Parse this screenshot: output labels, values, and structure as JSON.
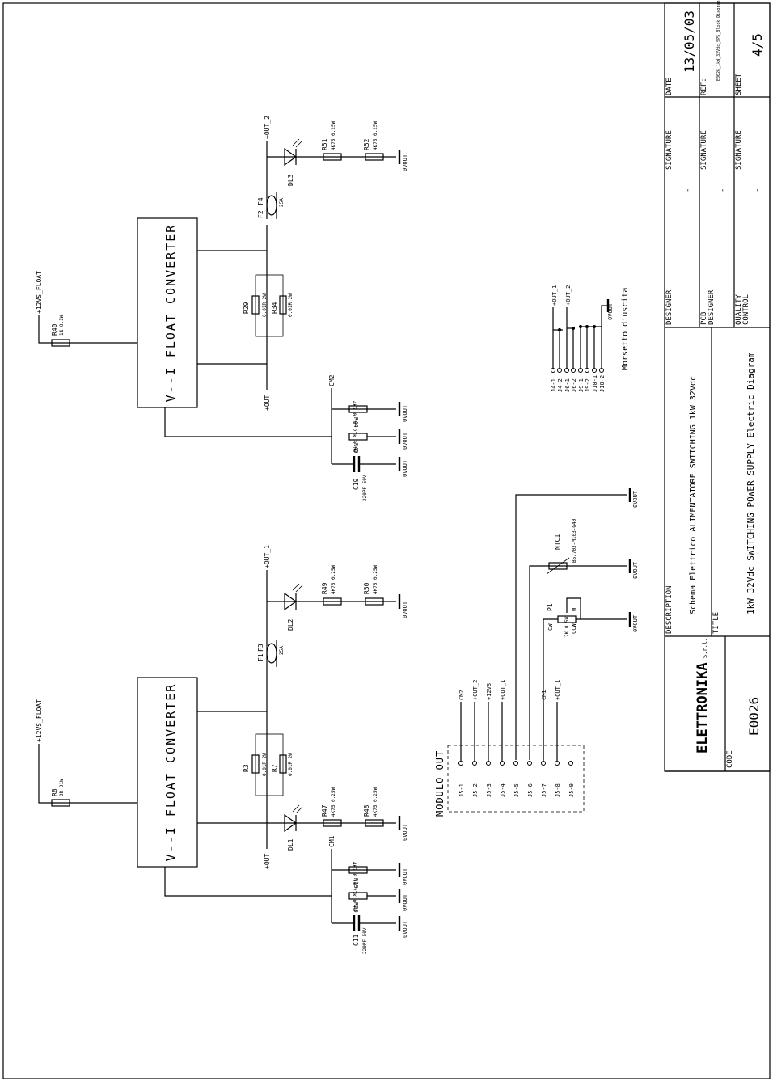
{
  "converters": {
    "left": {
      "label": "V--I FLOAT CONVERTER"
    },
    "right": {
      "label": "V--I FLOAT CONVERTER"
    }
  },
  "components": {
    "r8": {
      "ref": "R8",
      "value": "0R 01W"
    },
    "r40": {
      "ref": "R40",
      "value": "1K 0.1W"
    },
    "r3": {
      "ref": "R3",
      "value": "0.01R 2W"
    },
    "r7": {
      "ref": "R7",
      "value": "0.01R 2W"
    },
    "r29": {
      "ref": "R29",
      "value": "0.01R 2W"
    },
    "r34": {
      "ref": "R34",
      "value": "0.01R 2W"
    },
    "f1": {
      "ref": "F1",
      "value": ""
    },
    "f3": {
      "ref": "F3",
      "value": "25A"
    },
    "f2": {
      "ref": "F2",
      "value": ""
    },
    "f4": {
      "ref": "F4",
      "value": "25A"
    },
    "dl1": {
      "ref": "DL1"
    },
    "dl2": {
      "ref": "DL2"
    },
    "dl3": {
      "ref": "DL3"
    },
    "r47": {
      "ref": "R47",
      "value": "4K75 0.25W"
    },
    "r48": {
      "ref": "R48",
      "value": "4K75 0.25W"
    },
    "r49": {
      "ref": "R49",
      "value": "4K75 0.25W"
    },
    "r50": {
      "ref": "R50",
      "value": "4K75 0.25W"
    },
    "r51": {
      "ref": "R51",
      "value": "4K75 0.25W"
    },
    "r52": {
      "ref": "R52",
      "value": "4K75 0.25W"
    },
    "r19": {
      "ref": "R19",
      "value": "4K7 0.1W"
    },
    "r20": {
      "ref": "R20",
      "value": "27K 0.1W"
    },
    "r44": {
      "ref": "R44",
      "value": "4K7 0.1W"
    },
    "r45": {
      "ref": "R45",
      "value": "27K 0.1W"
    },
    "c11": {
      "ref": "C11",
      "value": "220PF 50V"
    },
    "c19": {
      "ref": "C19",
      "value": "220PF 50V"
    },
    "p1": {
      "ref": "P1",
      "value": "2K 0.5W",
      "cw": "CW",
      "ccw": "CCW",
      "wiper": "W"
    },
    "ntc1": {
      "ref": "NTC1",
      "value": "B57703-M103-G40"
    }
  },
  "nets": {
    "plus12vs_float": "+12VS_FLOAT",
    "plus_out": "+OUT",
    "plus_out_1": "+OUT_1",
    "plus_out_2": "+OUT_2",
    "cm1": "CM1",
    "cm2": "CM2",
    "zero_vout": "0VOUT",
    "plus12vs": "+12VS"
  },
  "modulo_out": {
    "title": "MODULO OUT",
    "pins": [
      "J5-1",
      "J5-2",
      "J5-3",
      "J5-4",
      "J5-5",
      "J5-6",
      "J5-7",
      "J5-8",
      "J5-9"
    ],
    "nets": [
      "CM2",
      "+OUT_2",
      "+12VS",
      "+OUT_1",
      "",
      "",
      "CM1",
      "+OUT_1",
      ""
    ]
  },
  "morsetto": {
    "title": "Morsetto d'uscita",
    "pins": [
      "J4-1",
      "J4-2",
      "J6-1",
      "J6-2",
      "J9-1",
      "J9-2",
      "J10-1",
      "J10-2"
    ],
    "nets": [
      "+OUT_1",
      "+OUT_2",
      "0VOUT"
    ]
  },
  "title_block": {
    "code_label": "CODE",
    "code": "E0026",
    "logo_text": "ELETTRONIKA",
    "logo_suffix": "S.r.l.",
    "description_label": "DESCRIPTION",
    "description": "Schema Elettrico ALIMENTATORE SWITCHING 1kW 32Vdc",
    "title_label": "TITLE",
    "title": "1kW 32Vdc SWITCHING POWER SUPPLY Electric Diagram",
    "designer_label": "DESIGNER",
    "pcb_designer_label": "PCB DESIGNER",
    "quality_control_label": "QUALITY CONTROL",
    "signature_label": "SIGNATURE",
    "dash": "-",
    "date_label": "DATE",
    "date": "13/05/03",
    "ref_label": "REF:",
    "ref": "E0026_1kW_32Vdc_SPS_Block Diagram",
    "sheet_label": "SHEET",
    "sheet": "4/5"
  }
}
